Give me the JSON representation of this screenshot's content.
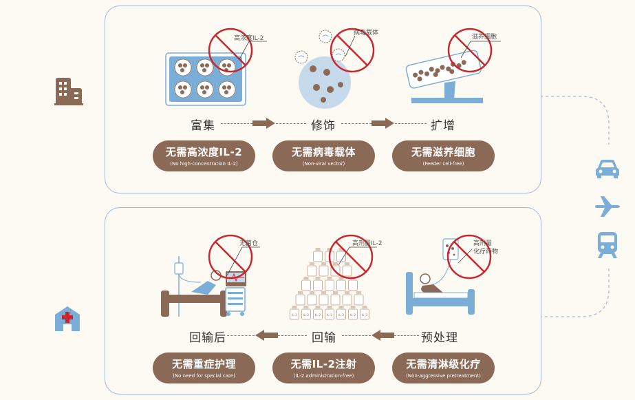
{
  "colors": {
    "brown": "#8a6a57",
    "blue": "#7aaed6",
    "red": "#c8272d",
    "border": "#9fb8d3",
    "bg": "#fdf9f3"
  },
  "top": {
    "steps": [
      "富集",
      "修饰",
      "扩增"
    ],
    "pills": [
      {
        "zh": "无需高浓度IL-2",
        "en": "(No high-concentration IL-2)"
      },
      {
        "zh": "无需病毒载体",
        "en": "(Non-viral vector)"
      },
      {
        "zh": "无需滋养细胞",
        "en": "(Feeder cell-free)"
      }
    ],
    "callouts": [
      "高浓度IL-2",
      "病毒载体",
      "滋养细胞"
    ],
    "side_icon": "building-icon"
  },
  "bottom": {
    "steps": [
      "回输后",
      "回输",
      "预处理"
    ],
    "pills": [
      {
        "zh": "无需重症护理",
        "en": "(No need for special care)"
      },
      {
        "zh": "无需IL-2注射",
        "en": "(IL-2 administration-free)"
      },
      {
        "zh": "无需清淋级化疗",
        "en": "(Non-aggressive pretreatment)"
      }
    ],
    "callouts": [
      "无菌仓",
      "高剂量IL-2",
      "高剂量",
      "化疗药物"
    ],
    "vial_label": "IL-2",
    "side_icon": "hospital-icon"
  },
  "transport": [
    "car-icon",
    "airplane-icon",
    "train-icon"
  ]
}
